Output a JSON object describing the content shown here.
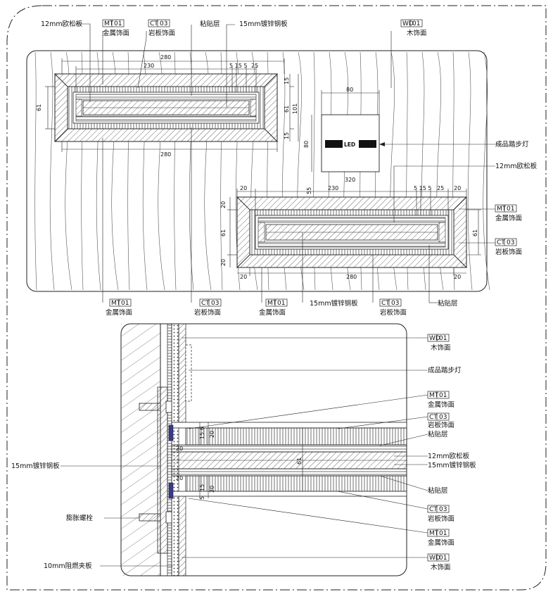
{
  "materials": {
    "mt01": {
      "code": "MT",
      "num": "01",
      "name": "金属饰面"
    },
    "ct03": {
      "code": "CT",
      "num": "03",
      "name": "岩板饰面"
    },
    "wd01": {
      "code": "WD",
      "num": "01",
      "name": "木饰面"
    }
  },
  "labels": {
    "osb12": "12mm欧松板",
    "adhesive": "粘贴层",
    "steel15": "15mm镀锌钢板",
    "steel15b": "15mm镀锌钢板",
    "step_light": "成品踏步灯",
    "led": "LED",
    "expansion_bolt": "膨胀螺栓",
    "fireboard10": "10mm阻燃夹板"
  },
  "dims": {
    "d280": "280",
    "d230": "230",
    "d320": "320",
    "d80": "80",
    "d61": "61",
    "d101": "101",
    "d15": "15",
    "d20": "20",
    "d5": "5",
    "d25": "25",
    "d55": "55",
    "d15_6": "15.6",
    "d5_15_5": "5 15 5"
  },
  "colors": {
    "line": "#222222",
    "panel": "#ffffff",
    "hatch": "#444444",
    "fill": "#3a3a8a"
  }
}
